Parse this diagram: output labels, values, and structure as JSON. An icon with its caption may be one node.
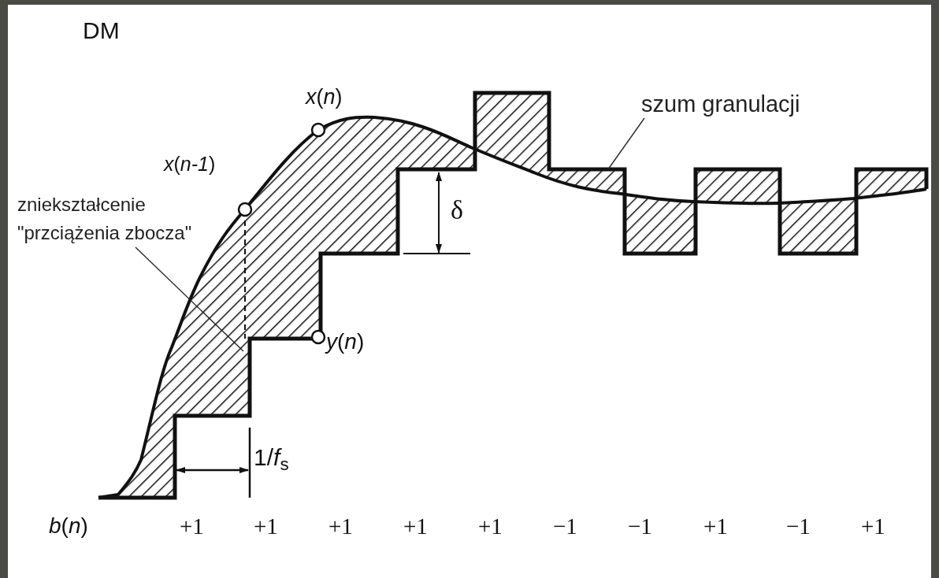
{
  "diagram": {
    "title": "DM",
    "nodes": [
      {
        "text": [
          "zniekształcenie \"przciążenia zbocza\""
        ]
      },
      {
        "text": [
          "szum granulacji"
        ]
      }
    ],
    "edges": [
      {
        "from": 0,
        "to": null,
        "arrow": "none"
      },
      {
        "from": 1,
        "to": null,
        "arrow": "none"
      }
    ],
    "labels": [
      "*x*(*n*)",
      "*x*(*n-1*)",
      "δ",
      "*y*(*n*)",
      "1/*f*$_{s}$",
      "*b*(*n*)",
      "+1",
      "+1",
      "+1",
      "+1",
      "+1",
      "−1",
      "−1",
      "+1",
      "−1",
      "+1"
    ]
  }
}
